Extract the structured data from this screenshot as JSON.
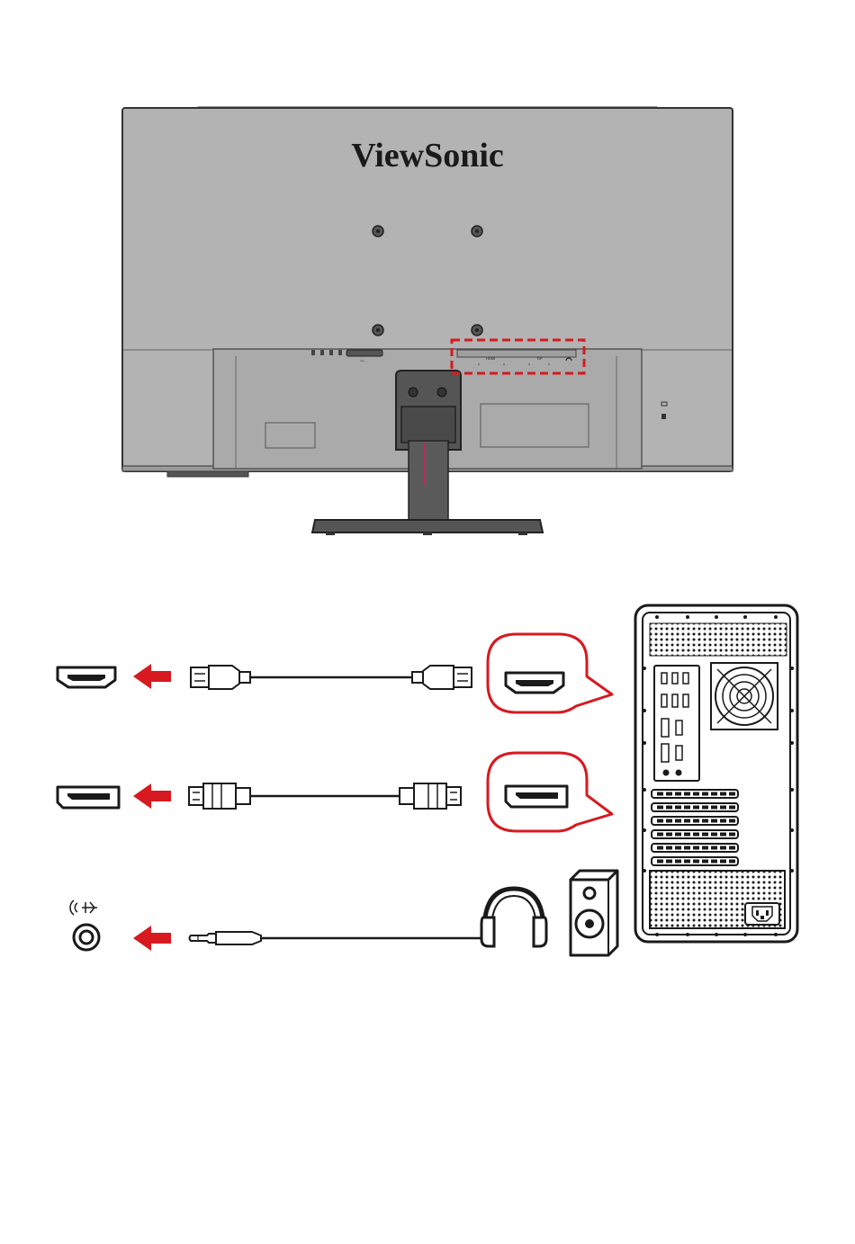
{
  "monitor": {
    "brand": "ViewSonic",
    "port_labels": {
      "hdmi": "HDMI",
      "dp": "DP"
    }
  },
  "connections": [
    {
      "id": "hdmi",
      "port": "hdmi-port-icon",
      "cable": "hdmi-cable"
    },
    {
      "id": "displayport",
      "port": "displayport-port-icon",
      "cable": "displayport-cable"
    },
    {
      "id": "audio",
      "port": "audio-out-jack-icon",
      "cable": "audio-cable"
    }
  ],
  "colors": {
    "accent_red": "#d71920",
    "monitor_gray": "#b3b3b3",
    "outline": "#1a1a1a"
  }
}
